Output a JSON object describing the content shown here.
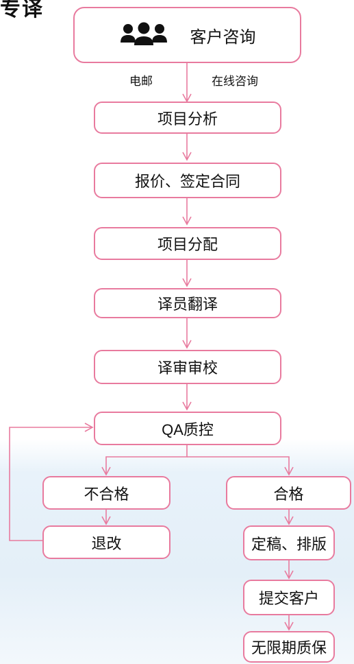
{
  "page": {
    "title_fragment": "专译"
  },
  "flow": {
    "consult": {
      "label": "客户咨询",
      "icon": "people-group-icon"
    },
    "channels": {
      "left": "电邮",
      "right": "在线咨询"
    },
    "steps": [
      "项目分析",
      "报价、签定合同",
      "项目分配",
      "译员翻译",
      "译审审校",
      "QA质控"
    ],
    "fail": {
      "label": "不合格",
      "rework": "退改"
    },
    "pass": {
      "label": "合格",
      "steps": [
        "定稿、排版",
        "提交客户",
        "无限期质保"
      ]
    }
  },
  "colors": {
    "accent": "#e87a9e",
    "background_wash": "#e8f2fa",
    "text": "#111111"
  }
}
